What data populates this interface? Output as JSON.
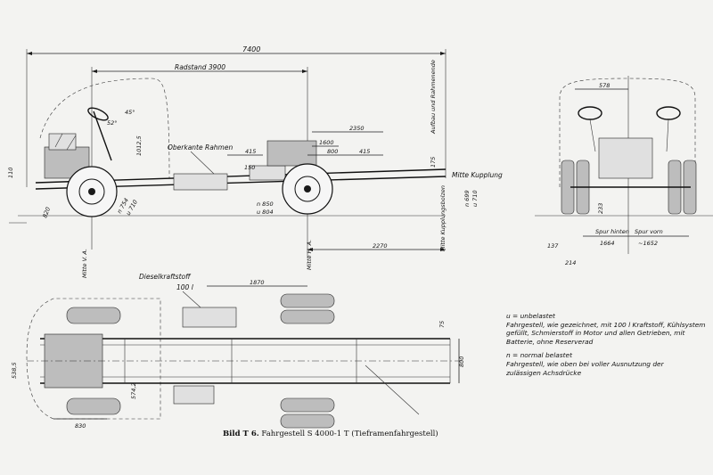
{
  "caption": {
    "number": "Bild T 6.",
    "title": "Fahrgestell S 4000-1 T (Tieframenfahrgestell)"
  },
  "side_view": {
    "overall_length": "7400",
    "wheelbase": "Radstand 3900",
    "frame_top": "Oberkante Rahmen",
    "dim_2350": "2350",
    "dim_1600": "1600",
    "dim_800": "800",
    "dim_415a": "415",
    "dim_415b": "415",
    "dim_1012": "1012,5",
    "dim_150": "150",
    "dim_110": "110",
    "dim_175": "175",
    "dim_820": "820",
    "dim_754": "n 754",
    "dim_710": "u 710",
    "dim_850": "n 850",
    "dim_804": "u 804",
    "dim_699": "n 699",
    "dim_710r": "u 710",
    "dim_2270": "2270",
    "steer_45": "45°",
    "steer_52": "52°",
    "label_coupling": "Mitte Kupplung",
    "label_coupling_bolt": "Mitte Kupplungsbolzen",
    "label_body": "Aufbau und Rahmenende",
    "label_front_axle": "Mitte V. A.",
    "label_rear_axle": "Mitte H. A."
  },
  "plan_view": {
    "fuel_label": "Dieselkraftstoff",
    "fuel_litres": "100 l",
    "dim_1870": "1870",
    "dim_830": "830",
    "dim_5385": "538,5",
    "dim_800": "800",
    "dim_75": "75",
    "dim_574": "574,2"
  },
  "rear_view": {
    "dim_578": "578",
    "track_rear_label": "Spur hinten",
    "track_rear": "1664",
    "track_front_label": "Spur vorn",
    "track_front": "~1652",
    "dim_137": "137",
    "dim_214": "214",
    "dim_233": "233"
  },
  "notes": {
    "line1": "u = unbelastet",
    "line2": "Fahrgestell, wie gezeichnet, mit 100 l Kraftstoff, Kühlsystem",
    "line3": "gefüllt, Schmierstoff in Motor und allen Getrieben, mit",
    "line4": "Batterie, ohne Reserverad",
    "line5": "n = normal belastet",
    "line6": "Fahrgestell, wie oben bei voller Ausnutzung der",
    "line7": "zulässigen Achsdrücke"
  }
}
